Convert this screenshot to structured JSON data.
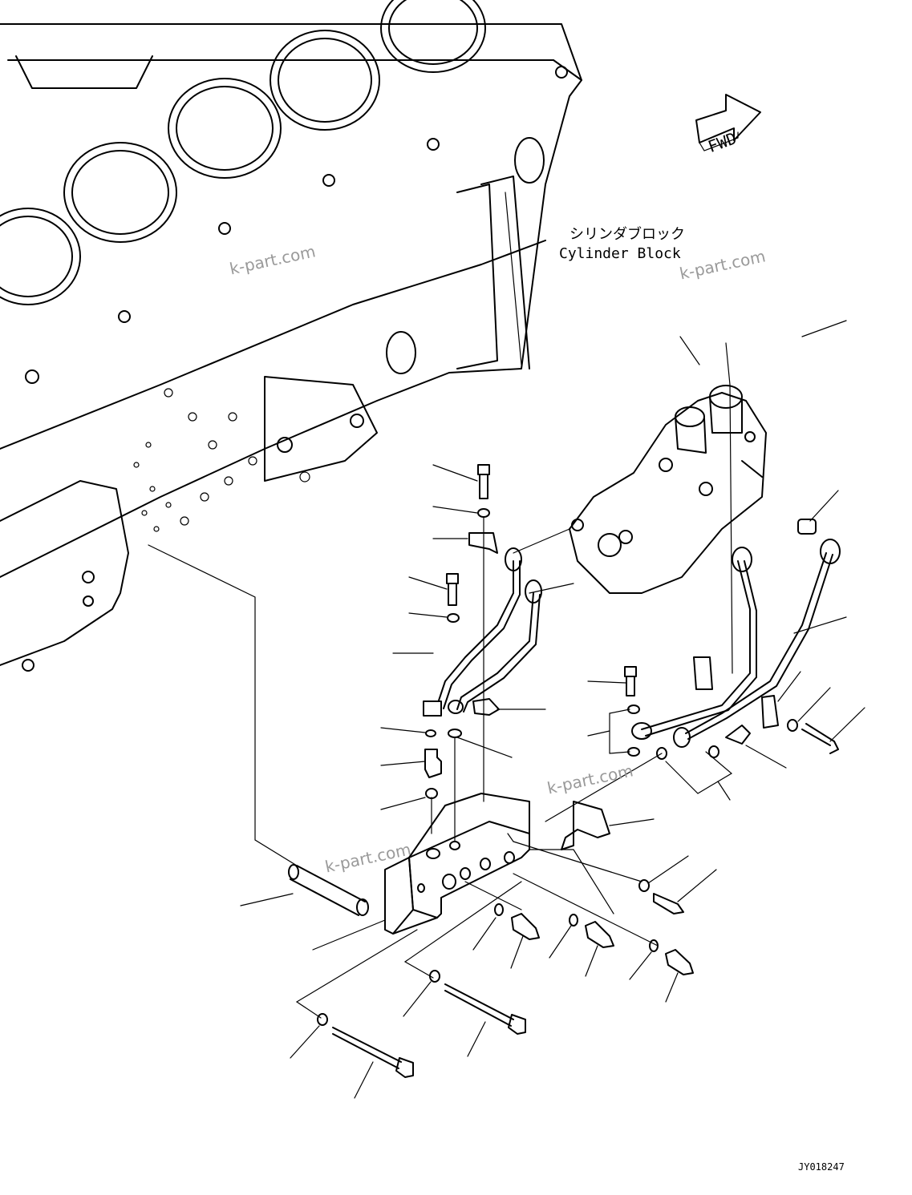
{
  "labels": {
    "japanese": "シリンダブロック",
    "english": "Cylinder Block",
    "fwd": "FWD",
    "drawing_number": "JY018247"
  },
  "watermarks": [
    "k-part.com",
    "k-part.com",
    "k-part.com",
    "k-part.com"
  ]
}
